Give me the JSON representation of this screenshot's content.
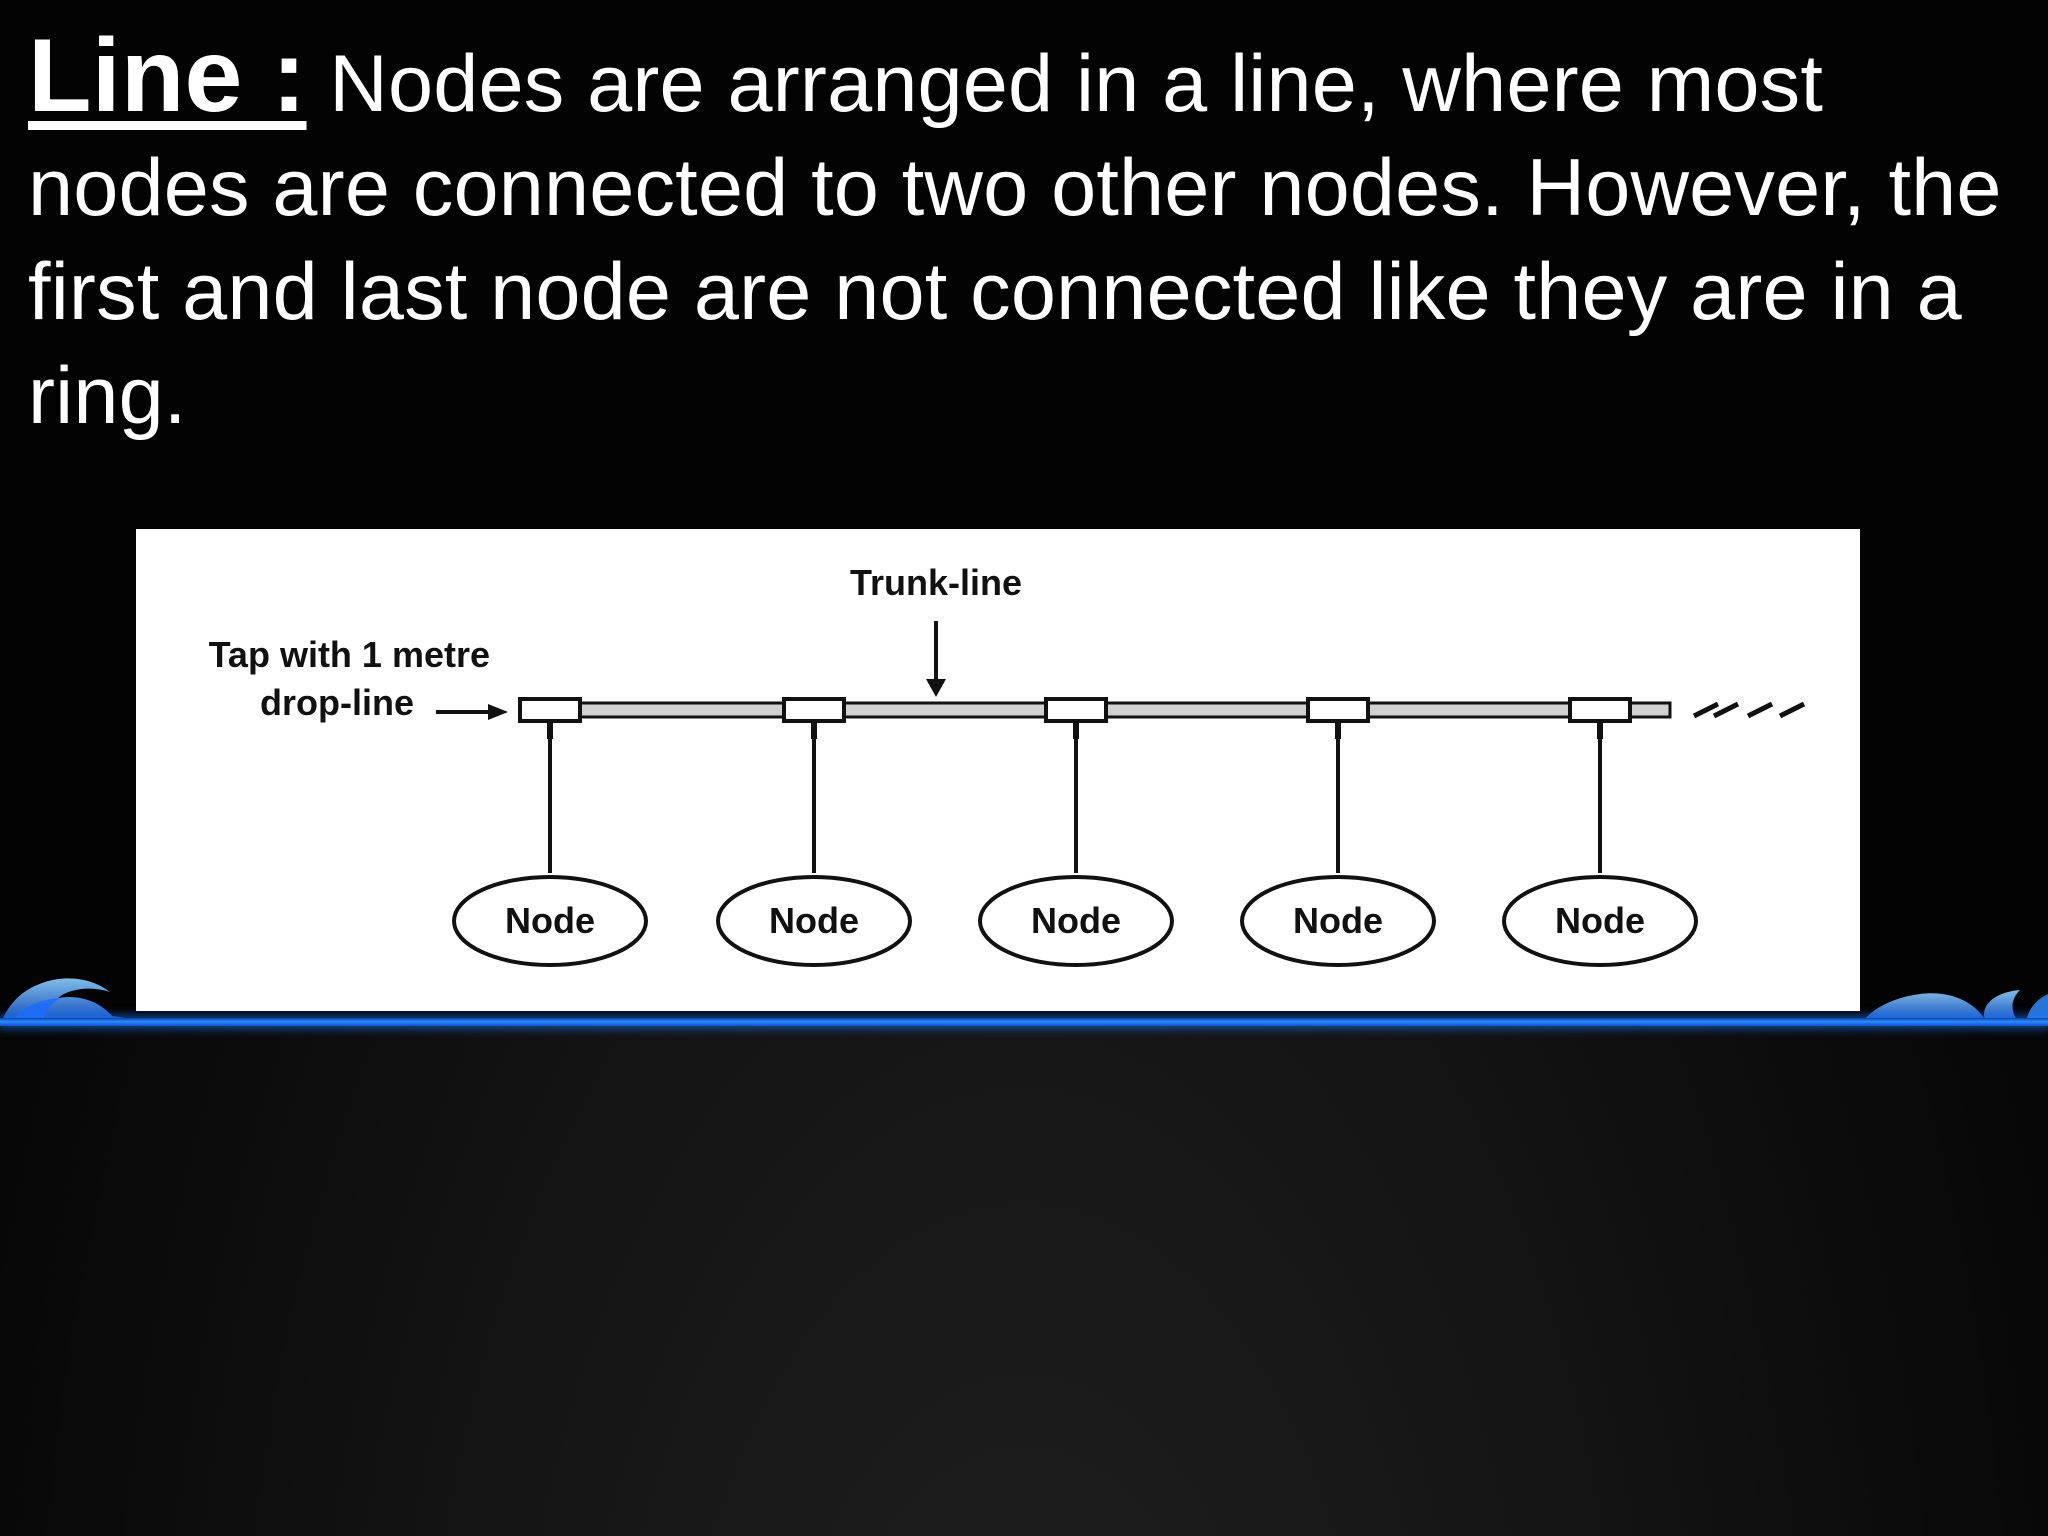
{
  "slide": {
    "heading": "Line :",
    "body": "Nodes are arranged in a line, where most nodes are connected to two other nodes. However, the first and last node are not connected like they are in a ring."
  },
  "diagram": {
    "trunk_label": "Trunk-line",
    "tap_label_line1": "Tap with 1 metre",
    "tap_label_line2": "drop-line",
    "nodes": [
      "Node",
      "Node",
      "Node",
      "Node",
      "Node"
    ]
  },
  "colors": {
    "background": "#050505",
    "text": "#ffffff",
    "accent_line": "#2a8bff",
    "diagram_background": "#ffffff"
  }
}
